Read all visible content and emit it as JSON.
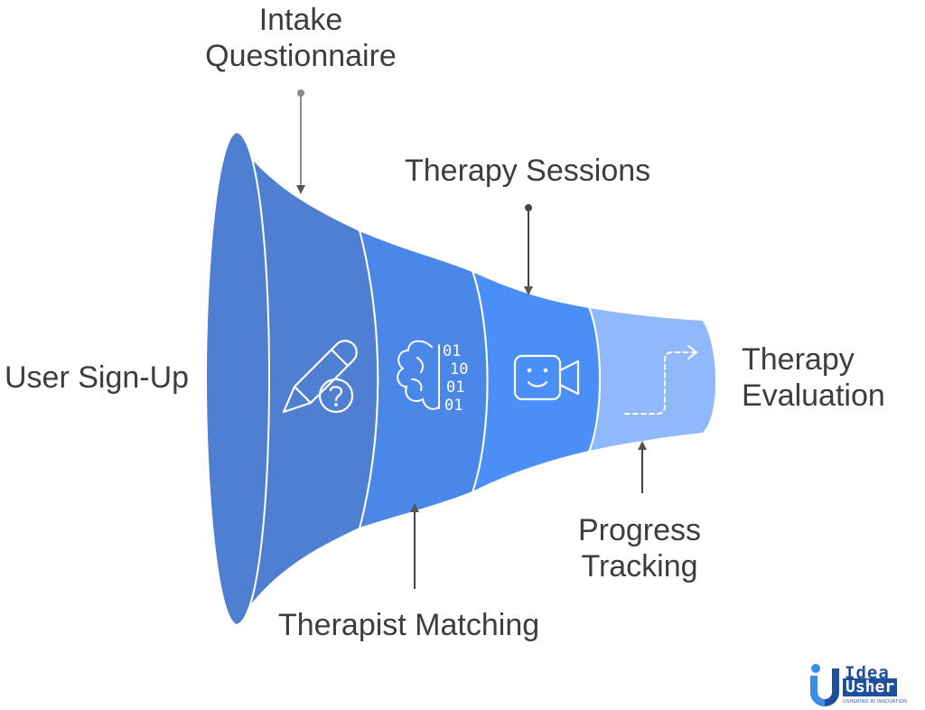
{
  "stages": [
    {
      "id": "sign-up",
      "label_lines": [
        "User Sign-Up"
      ],
      "color": "#4f7fd1",
      "icon": "none"
    },
    {
      "id": "intake",
      "label_lines": [
        "Intake",
        "Questionnaire"
      ],
      "color": "#4f7fd1",
      "icon": "pencil-question-icon"
    },
    {
      "id": "matching",
      "label_lines": [
        "Therapist Matching"
      ],
      "color": "#4a87e6",
      "icon": "brain-binary-icon"
    },
    {
      "id": "sessions",
      "label_lines": [
        "Therapy Sessions"
      ],
      "color": "#4a8ff7",
      "icon": "video-call-icon"
    },
    {
      "id": "tracking",
      "label_lines": [
        "Progress",
        "Tracking"
      ],
      "color": "#91b8fb",
      "icon": "dashed-path-arrow-icon"
    },
    {
      "id": "evaluation",
      "label_lines": [
        "Therapy",
        "Evaluation"
      ],
      "color": "#91b8fb",
      "icon": "none"
    }
  ],
  "binary_digits": [
    "01",
    "10",
    "01",
    "01"
  ],
  "logo": {
    "word1": "Idea",
    "word2": "Usher",
    "tagline": "USHERING IN INNOVATION",
    "brand_color": "#1f4f9c",
    "accent_color": "#3a8ee6"
  }
}
